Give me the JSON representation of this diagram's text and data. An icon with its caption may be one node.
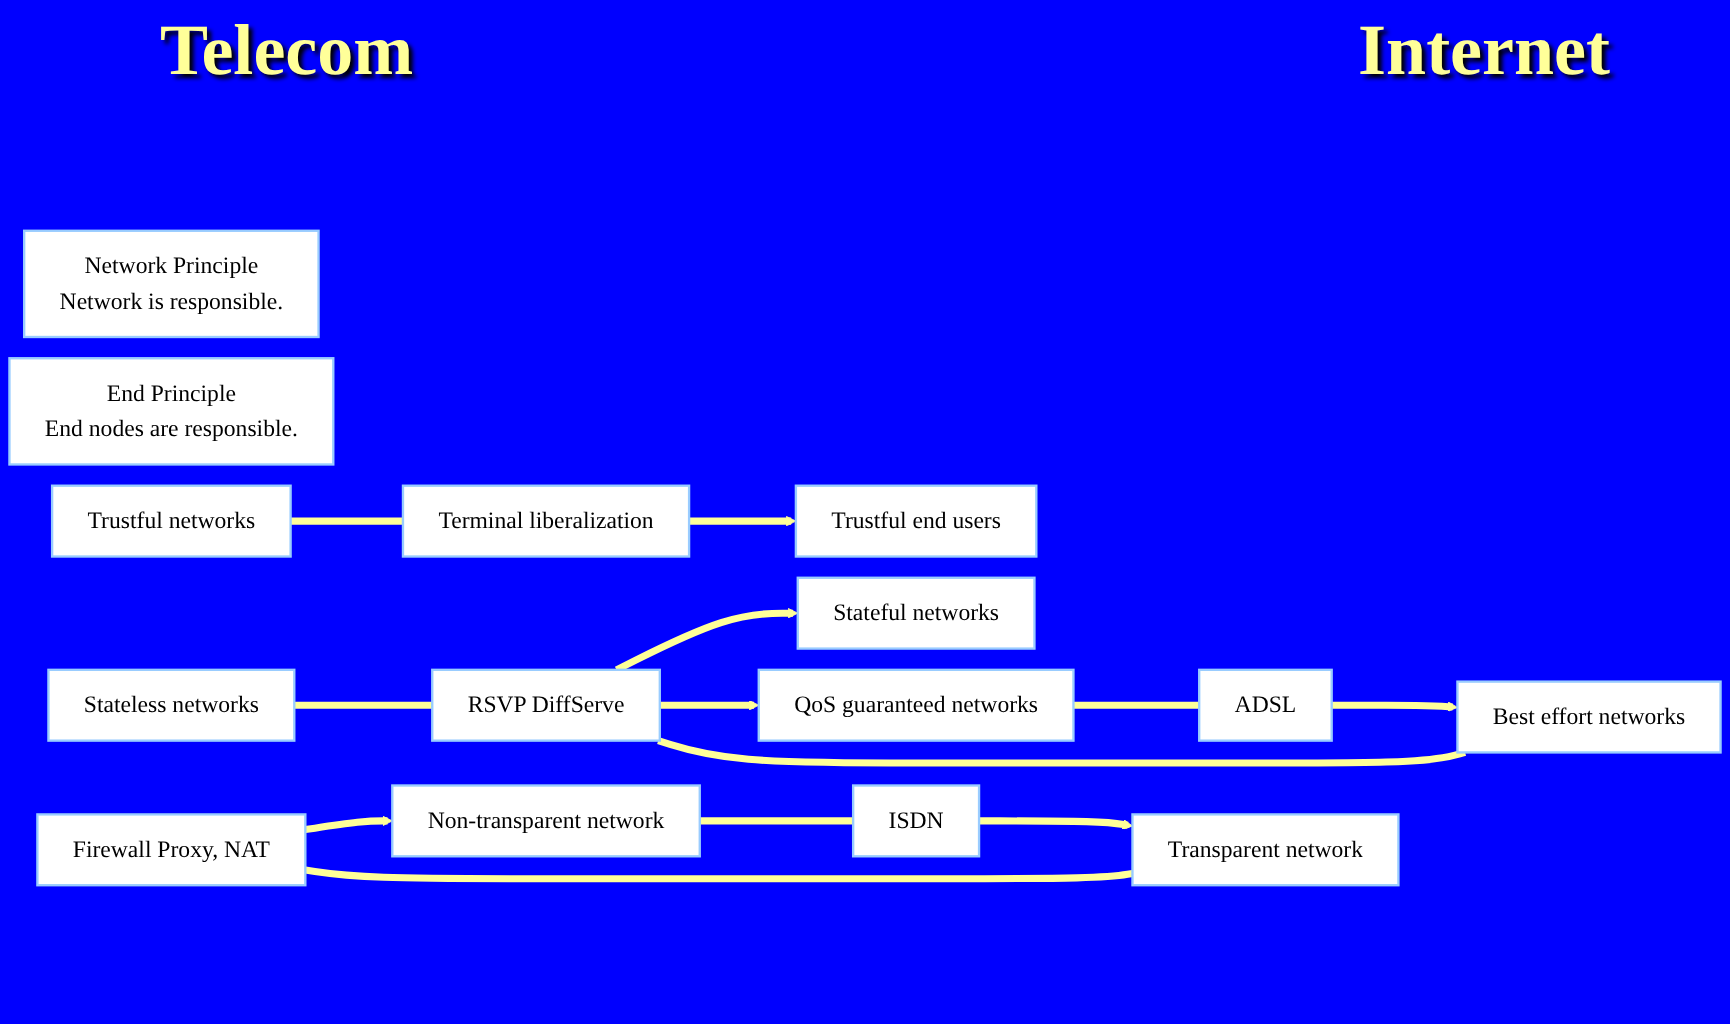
{
  "diagram": {
    "nodes": [
      {
        "text": [
          "Network Principle",
          "Network is responsible."
        ]
      },
      {
        "text": [
          "End Principle",
          "End nodes are responsible."
        ]
      },
      {
        "text": [
          "Trustful networks"
        ]
      },
      {
        "text": [
          "Terminal liberalization"
        ]
      },
      {
        "text": [
          "Trustful end users"
        ]
      },
      {
        "text": [
          "Stateful networks"
        ]
      },
      {
        "text": [
          "RSVP DiffServe"
        ]
      },
      {
        "text": [
          "Stateless networks"
        ]
      },
      {
        "text": [
          "QoS guaranteed networks"
        ]
      },
      {
        "text": [
          "Best effort networks"
        ]
      },
      {
        "text": [
          "ADSL"
        ]
      },
      {
        "text": [
          "Firewall Proxy, NAT"
        ]
      },
      {
        "text": [
          "Non-transparent network"
        ]
      },
      {
        "text": [
          "Transparent network"
        ]
      },
      {
        "text": [
          "ISDN"
        ]
      }
    ],
    "edges": [
      {
        "from": 2,
        "to": 3,
        "arrow": "none"
      },
      {
        "from": 3,
        "to": 4,
        "arrow": "to"
      },
      {
        "from": 7,
        "to": 6,
        "arrow": "none"
      },
      {
        "from": 6,
        "to": 5,
        "arrow": "to"
      },
      {
        "from": 9,
        "to": 6,
        "arrow": "none"
      },
      {
        "from": 6,
        "to": 8,
        "arrow": "to"
      },
      {
        "from": 8,
        "to": 10,
        "arrow": "none"
      },
      {
        "from": 10,
        "to": 9,
        "arrow": "to"
      },
      {
        "from": 13,
        "to": 11,
        "arrow": "none"
      },
      {
        "from": 11,
        "to": 12,
        "arrow": "to"
      },
      {
        "from": 12,
        "to": 14,
        "arrow": "none"
      },
      {
        "from": 14,
        "to": 13,
        "arrow": "to"
      }
    ],
    "labels": [
      "Telecom",
      "Internet"
    ]
  }
}
